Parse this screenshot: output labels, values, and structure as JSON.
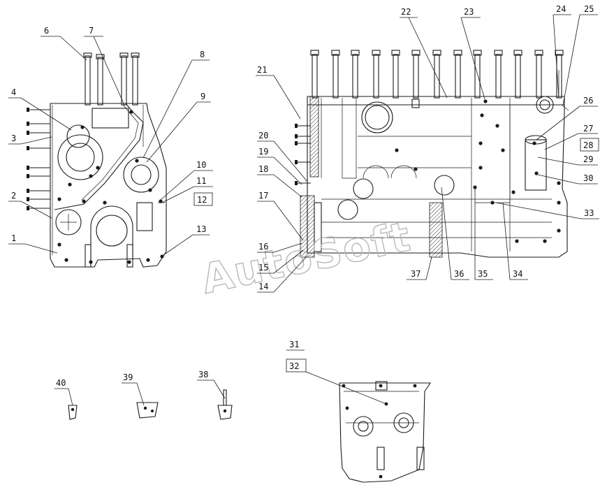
{
  "watermark": "AutoSoft",
  "callouts": [
    {
      "id": "c1",
      "label": "1"
    },
    {
      "id": "c2",
      "label": "2"
    },
    {
      "id": "c3",
      "label": "3"
    },
    {
      "id": "c4",
      "label": "4"
    },
    {
      "id": "c6",
      "label": "6"
    },
    {
      "id": "c7",
      "label": "7"
    },
    {
      "id": "c8",
      "label": "8"
    },
    {
      "id": "c9",
      "label": "9"
    },
    {
      "id": "c10",
      "label": "10"
    },
    {
      "id": "c11",
      "label": "11"
    },
    {
      "id": "c12",
      "label": "12"
    },
    {
      "id": "c13",
      "label": "13"
    },
    {
      "id": "c14",
      "label": "14"
    },
    {
      "id": "c15",
      "label": "15"
    },
    {
      "id": "c16",
      "label": "16"
    },
    {
      "id": "c17",
      "label": "17"
    },
    {
      "id": "c18",
      "label": "18"
    },
    {
      "id": "c19",
      "label": "19"
    },
    {
      "id": "c20",
      "label": "20"
    },
    {
      "id": "c21",
      "label": "21"
    },
    {
      "id": "c22",
      "label": "22"
    },
    {
      "id": "c23",
      "label": "23"
    },
    {
      "id": "c24",
      "label": "24"
    },
    {
      "id": "c25",
      "label": "25"
    },
    {
      "id": "c26",
      "label": "26"
    },
    {
      "id": "c27",
      "label": "27"
    },
    {
      "id": "c28",
      "label": "28"
    },
    {
      "id": "c29",
      "label": "29"
    },
    {
      "id": "c30",
      "label": "30"
    },
    {
      "id": "c31",
      "label": "31"
    },
    {
      "id": "c32",
      "label": "32"
    },
    {
      "id": "c33",
      "label": "33"
    },
    {
      "id": "c34",
      "label": "34"
    },
    {
      "id": "c35",
      "label": "35"
    },
    {
      "id": "c36",
      "label": "36"
    },
    {
      "id": "c37",
      "label": "37"
    },
    {
      "id": "c38",
      "label": "38"
    },
    {
      "id": "c39",
      "label": "39"
    },
    {
      "id": "c40",
      "label": "40"
    }
  ]
}
